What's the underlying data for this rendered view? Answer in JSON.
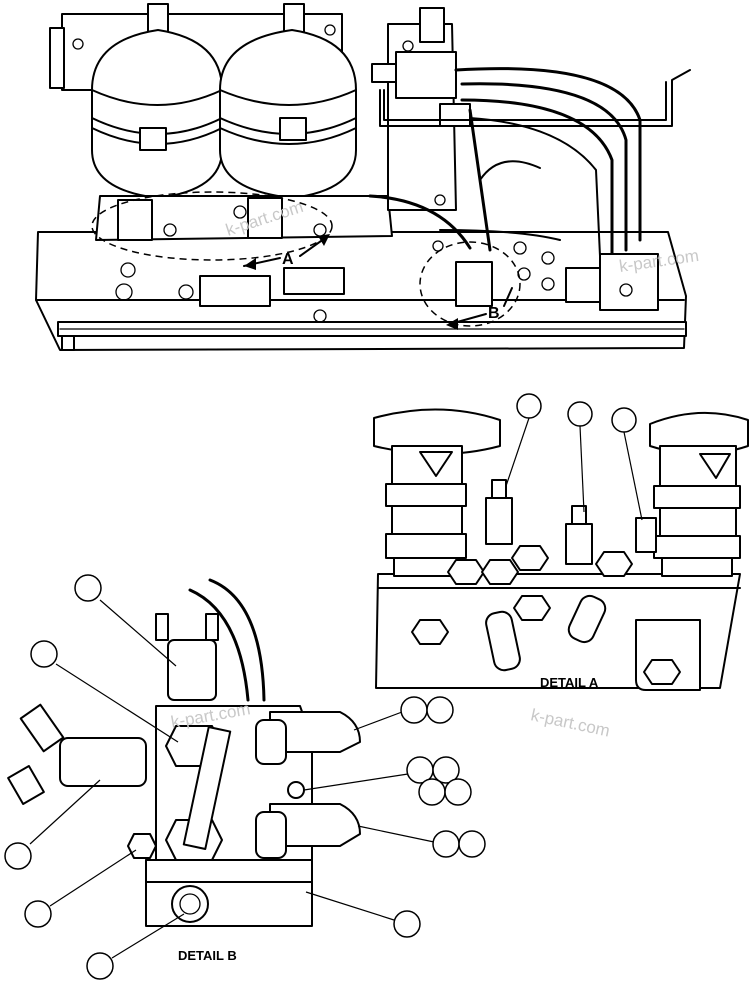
{
  "detail_markers": {
    "a": "A",
    "b": "B"
  },
  "captions": {
    "detail_a": "DETAIL A",
    "detail_b": "DETAIL B"
  },
  "watermark": "k-part.com",
  "colors": {
    "line": "#000000",
    "background": "#ffffff",
    "watermark": "#c8c8c8"
  }
}
